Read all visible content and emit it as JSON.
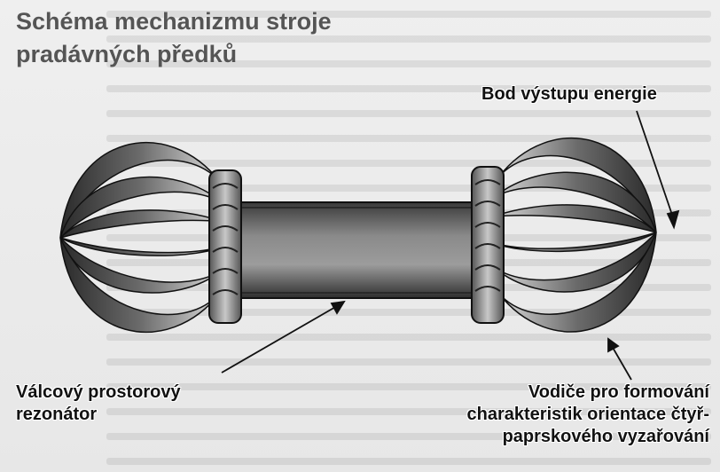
{
  "title": "Schéma mechanizmu stroje\npradávných předků",
  "labels": {
    "energy_point": "Bod výstupu energie",
    "resonator": "Válcový prostorový rezonátor",
    "guides": "Vodiče pro formování charakteristik orientace čtyř-paprskového vyzařování"
  },
  "colors": {
    "ink": "#111111",
    "petal_dark": "#2a2a2a",
    "petal_light": "#d9d9d9",
    "cylinder_dark": "#3a3a3a",
    "cylinder_light": "#a8a8a8"
  }
}
